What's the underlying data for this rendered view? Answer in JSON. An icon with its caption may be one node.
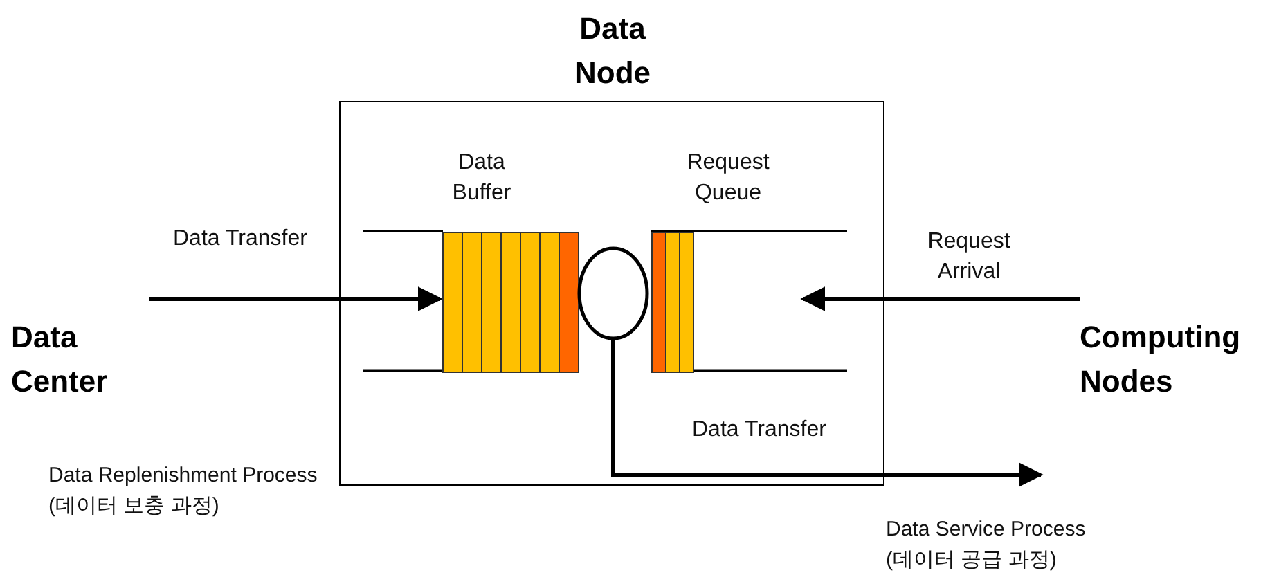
{
  "diagram": {
    "nodes": [
      {
        "text": [
          "Data Node"
        ]
      },
      {
        "text": [
          "Data Center"
        ]
      },
      {
        "text": [
          "Data Buffer"
        ],
        "in": 0
      },
      {
        "text": [],
        "shape": "circle",
        "in": 0
      },
      {
        "text": [
          "Request Queue"
        ],
        "in": 0
      },
      {
        "text": [
          "Computing Nodes"
        ]
      }
    ],
    "edges": [
      {
        "from": 1,
        "to": 2,
        "arrow": "to",
        "label": "Data Transfer"
      },
      {
        "from": 5,
        "to": 4,
        "arrow": "to",
        "label": "Request Arrival"
      },
      {
        "from": 3,
        "to": null,
        "arrow": "to",
        "label": "Data Transfer"
      }
    ],
    "labels": [
      "Data Replenishment Process (데이터 보충 과정)",
      "Data Service Process (데이터 공급 과정)"
    ]
  }
}
